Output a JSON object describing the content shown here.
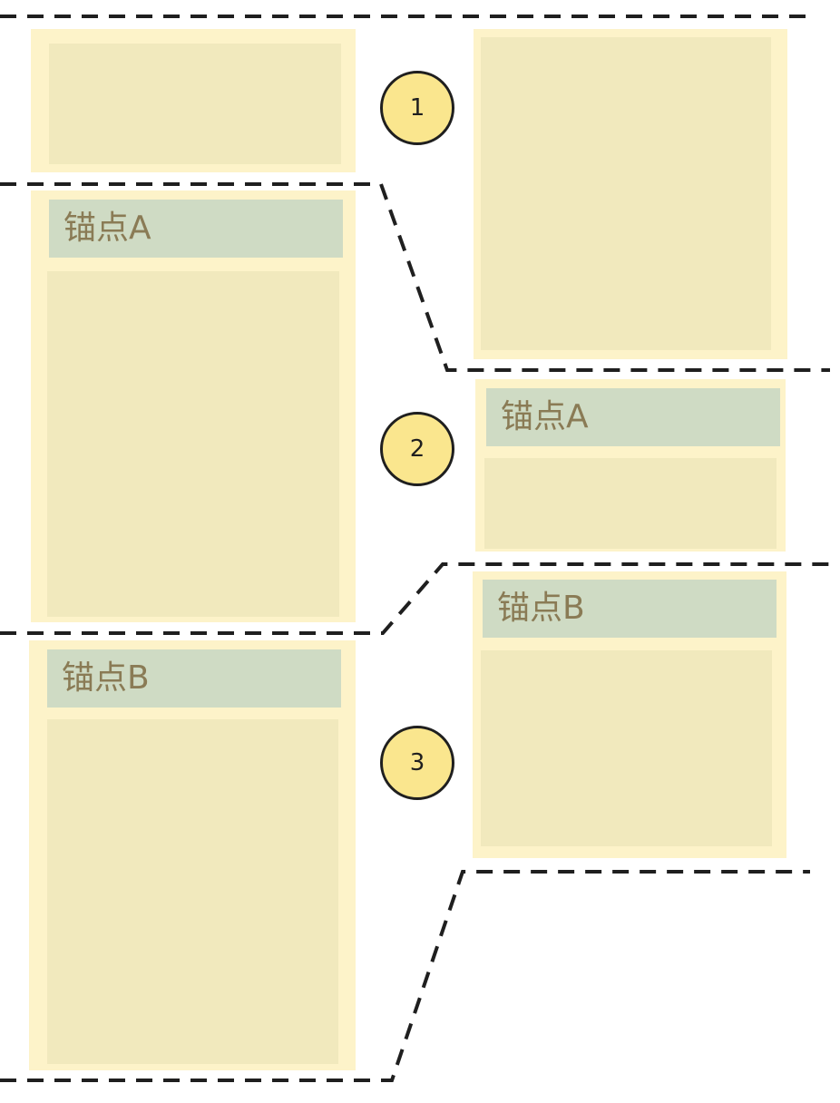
{
  "colors": {
    "panel": "#fdf3c9",
    "panel_inner": "#f1e9bd",
    "anchor_bar": "#cfdbc4",
    "anchor_text": "#8a7b55",
    "badge_fill": "#fae68e",
    "line": "#1f1f1f"
  },
  "left_column": {
    "anchor_a_label": "锚点A",
    "anchor_b_label": "锚点B"
  },
  "right_column": {
    "anchor_a_label": "锚点A",
    "anchor_b_label": "锚点B"
  },
  "steps": [
    "1",
    "2",
    "3"
  ]
}
